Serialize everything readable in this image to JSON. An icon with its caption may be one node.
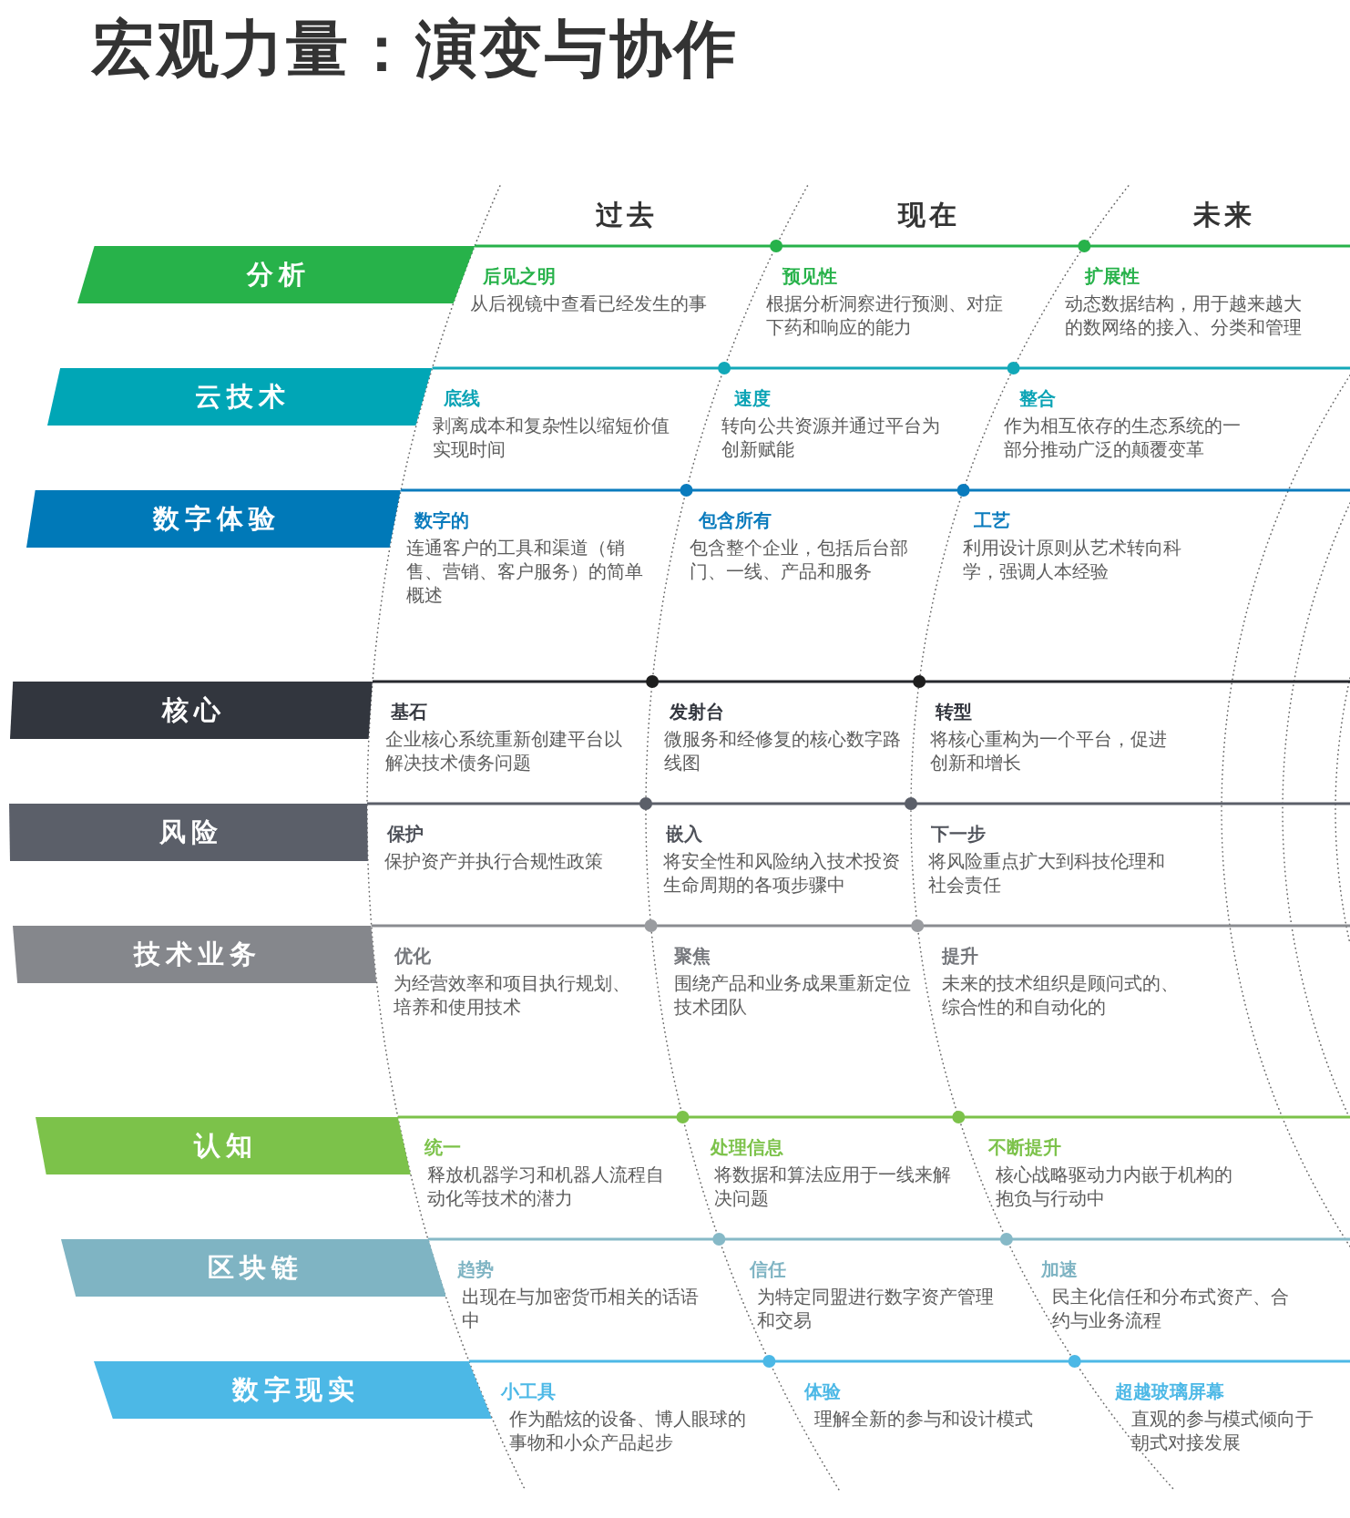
{
  "diagram": {
    "title": "宏观力量：演变与协作",
    "nodes": [
      {
        "text": [
          "分析"
        ]
      },
      {
        "text": [
          "云技术"
        ]
      },
      {
        "text": [
          "数字体验"
        ]
      },
      {
        "text": [
          "核心"
        ]
      },
      {
        "text": [
          "风险"
        ]
      },
      {
        "text": [
          "技术业务"
        ]
      },
      {
        "text": [
          "认知"
        ]
      },
      {
        "text": [
          "区块链"
        ]
      },
      {
        "text": [
          "数字现实"
        ]
      }
    ],
    "labels": [
      "过去",
      "现在",
      "未来",
      "后见之明",
      "从后视镜中查看已经发生的事",
      "预见性",
      "根据分析洞察进行预测、对症下药和响应的能力",
      "扩展性",
      "动态数据结构，用于越来越大的数网络的接入、分类和管理",
      "底线",
      "剥离成本和复杂性以缩短价值实现时间",
      "速度",
      "转向公共资源并通过平台为创新赋能",
      "整合",
      "作为相互依存的生态系统的一部分推动广泛的颠覆变革",
      "数字的",
      "连通客户的工具和渠道（销售、营销、客户服务）的简单概述",
      "包含所有",
      "包含整个企业，包括后台部门、一线、产品和服务",
      "工艺",
      "利用设计原则从艺术转向科学，强调人本经验",
      "基石",
      "企业核心系统重新创建平台以解决技术债务问题",
      "发射台",
      "微服务和经修复的核心数字路线图",
      "转型",
      "将核心重构为一个平台，促进创新和增长",
      "保护",
      "保护资产并执行合规性政策",
      "嵌入",
      "将安全性和风险纳入技术投资生命周期的各项步骤中",
      "下一步",
      "将风险重点扩大到科技伦理和社会责任",
      "优化",
      "为经营效率和项目执行规划、培养和使用技术",
      "聚焦",
      "围绕产品和业务成果重新定位技术团队",
      "提升",
      "未来的技术组织是顾问式的、综合性的和自动化的",
      "统一",
      "释放机器学习和机器人流程自动化等技术的潜力",
      "处理信息",
      "将数据和算法应用于一线来解决问题",
      "不断提升",
      "核心战略驱动力内嵌于机构的抱负与行动中",
      "趋势",
      "出现在与加密货币相关的话语中",
      "信任",
      "为特定同盟进行数字资产管理和交易",
      "加速",
      "民主化信任和分布式资产、合约与业务流程",
      "小工具",
      "作为酷炫的设备、博人眼球的事物和小众产品起步",
      "体验",
      "理解全新的参与和设计模式",
      "超越玻璃屏幕",
      "直观的参与模式倾向于朝式对接发展"
    ]
  }
}
